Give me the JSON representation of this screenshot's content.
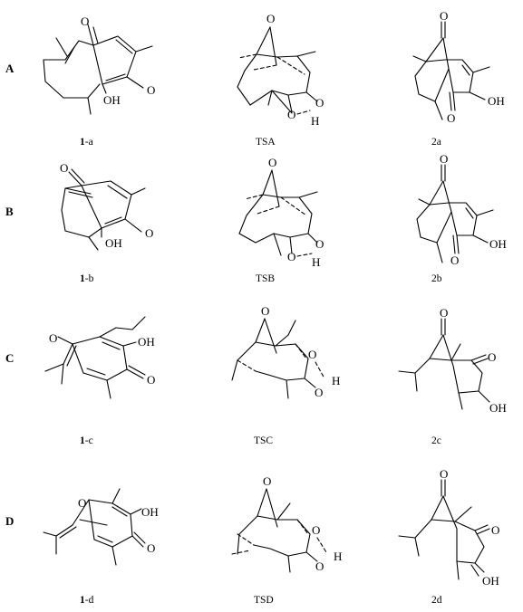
{
  "rows": [
    {
      "label": "A",
      "reactant": {
        "bold": "1",
        "suffix": "-a",
        "atoms": [
          "O",
          "O",
          "OH"
        ]
      },
      "ts": {
        "caption": "TSA",
        "atoms": [
          "O",
          "O",
          "O",
          "H"
        ]
      },
      "product": {
        "caption": "2a",
        "atoms": [
          "O",
          "O",
          "OH"
        ]
      }
    },
    {
      "label": "B",
      "reactant": {
        "bold": "1",
        "suffix": "-b",
        "atoms": [
          "O",
          "O",
          "OH"
        ]
      },
      "ts": {
        "caption": "TSB",
        "atoms": [
          "O",
          "O",
          "O",
          "H"
        ]
      },
      "product": {
        "caption": "2b",
        "atoms": [
          "O",
          "O",
          "OH"
        ]
      }
    },
    {
      "label": "C",
      "reactant": {
        "bold": "1",
        "suffix": "-c",
        "atoms": [
          "O",
          "OH",
          "O"
        ]
      },
      "ts": {
        "caption": "TSC",
        "atoms": [
          "O",
          "O",
          "O",
          "H"
        ]
      },
      "product": {
        "caption": "2c",
        "atoms": [
          "O",
          "O",
          "OH"
        ]
      }
    },
    {
      "label": "D",
      "reactant": {
        "bold": "1",
        "suffix": "-d",
        "atoms": [
          "O",
          "OH",
          "O"
        ]
      },
      "ts": {
        "caption": "TSD",
        "atoms": [
          "O",
          "O",
          "O",
          "H"
        ]
      },
      "product": {
        "caption": "2d",
        "atoms": [
          "O",
          "O",
          "OH"
        ]
      }
    }
  ]
}
